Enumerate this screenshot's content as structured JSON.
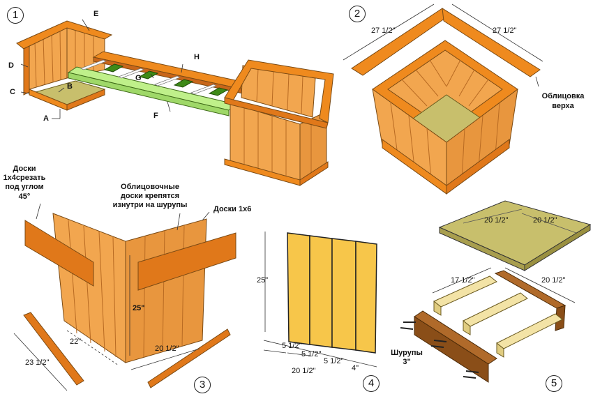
{
  "colors": {
    "wood": "#f2a64f",
    "wood_dark": "#d9822c",
    "trim": "#ef8a1e",
    "frame_green": "#bff08a",
    "frame_dark": "#3e8a18",
    "floor": "#c8bf6c",
    "light_wood": "#f3e3a6",
    "dark_beam": "#b06a2a"
  },
  "steps": {
    "s1": "1",
    "s2": "2",
    "s3": "3",
    "s4": "4",
    "s5": "5"
  },
  "panel1": {
    "a": "A",
    "b": "B",
    "c": "C",
    "d": "D",
    "e": "E",
    "f": "F",
    "g": "G",
    "h": "H"
  },
  "panel2": {
    "dim_left": "27 1/2\"",
    "dim_right": "27 1/2\"",
    "trim_label_1": "Облицовка",
    "trim_label_2": "верха"
  },
  "panel3": {
    "cut_1": "Доски",
    "cut_2": "1х4срезать",
    "cut_3": "под углом",
    "cut_4": "45°",
    "face_1": "Облицовочные",
    "face_2": "доски крепятся",
    "face_3": "изнутри на шурупы",
    "boards": "Доски 1х6",
    "height": "25\"",
    "width_left": "22\"",
    "width_right": "20 1/2\"",
    "strip_len": "23 1/2\""
  },
  "panel4": {
    "height": "25\"",
    "board_1": "5 1/2\"",
    "board_2": "5 1/2\"",
    "board_3": "5 1/2\"",
    "board_4": "4\"",
    "total": "20 1/2\""
  },
  "panel5": {
    "top_1": "20 1/2\"",
    "top_2": "20 1/2\"",
    "frame_1": "17 1/2\"",
    "frame_2": "20 1/2\"",
    "screws_1": "Шурупы",
    "screws_2": "3\""
  }
}
